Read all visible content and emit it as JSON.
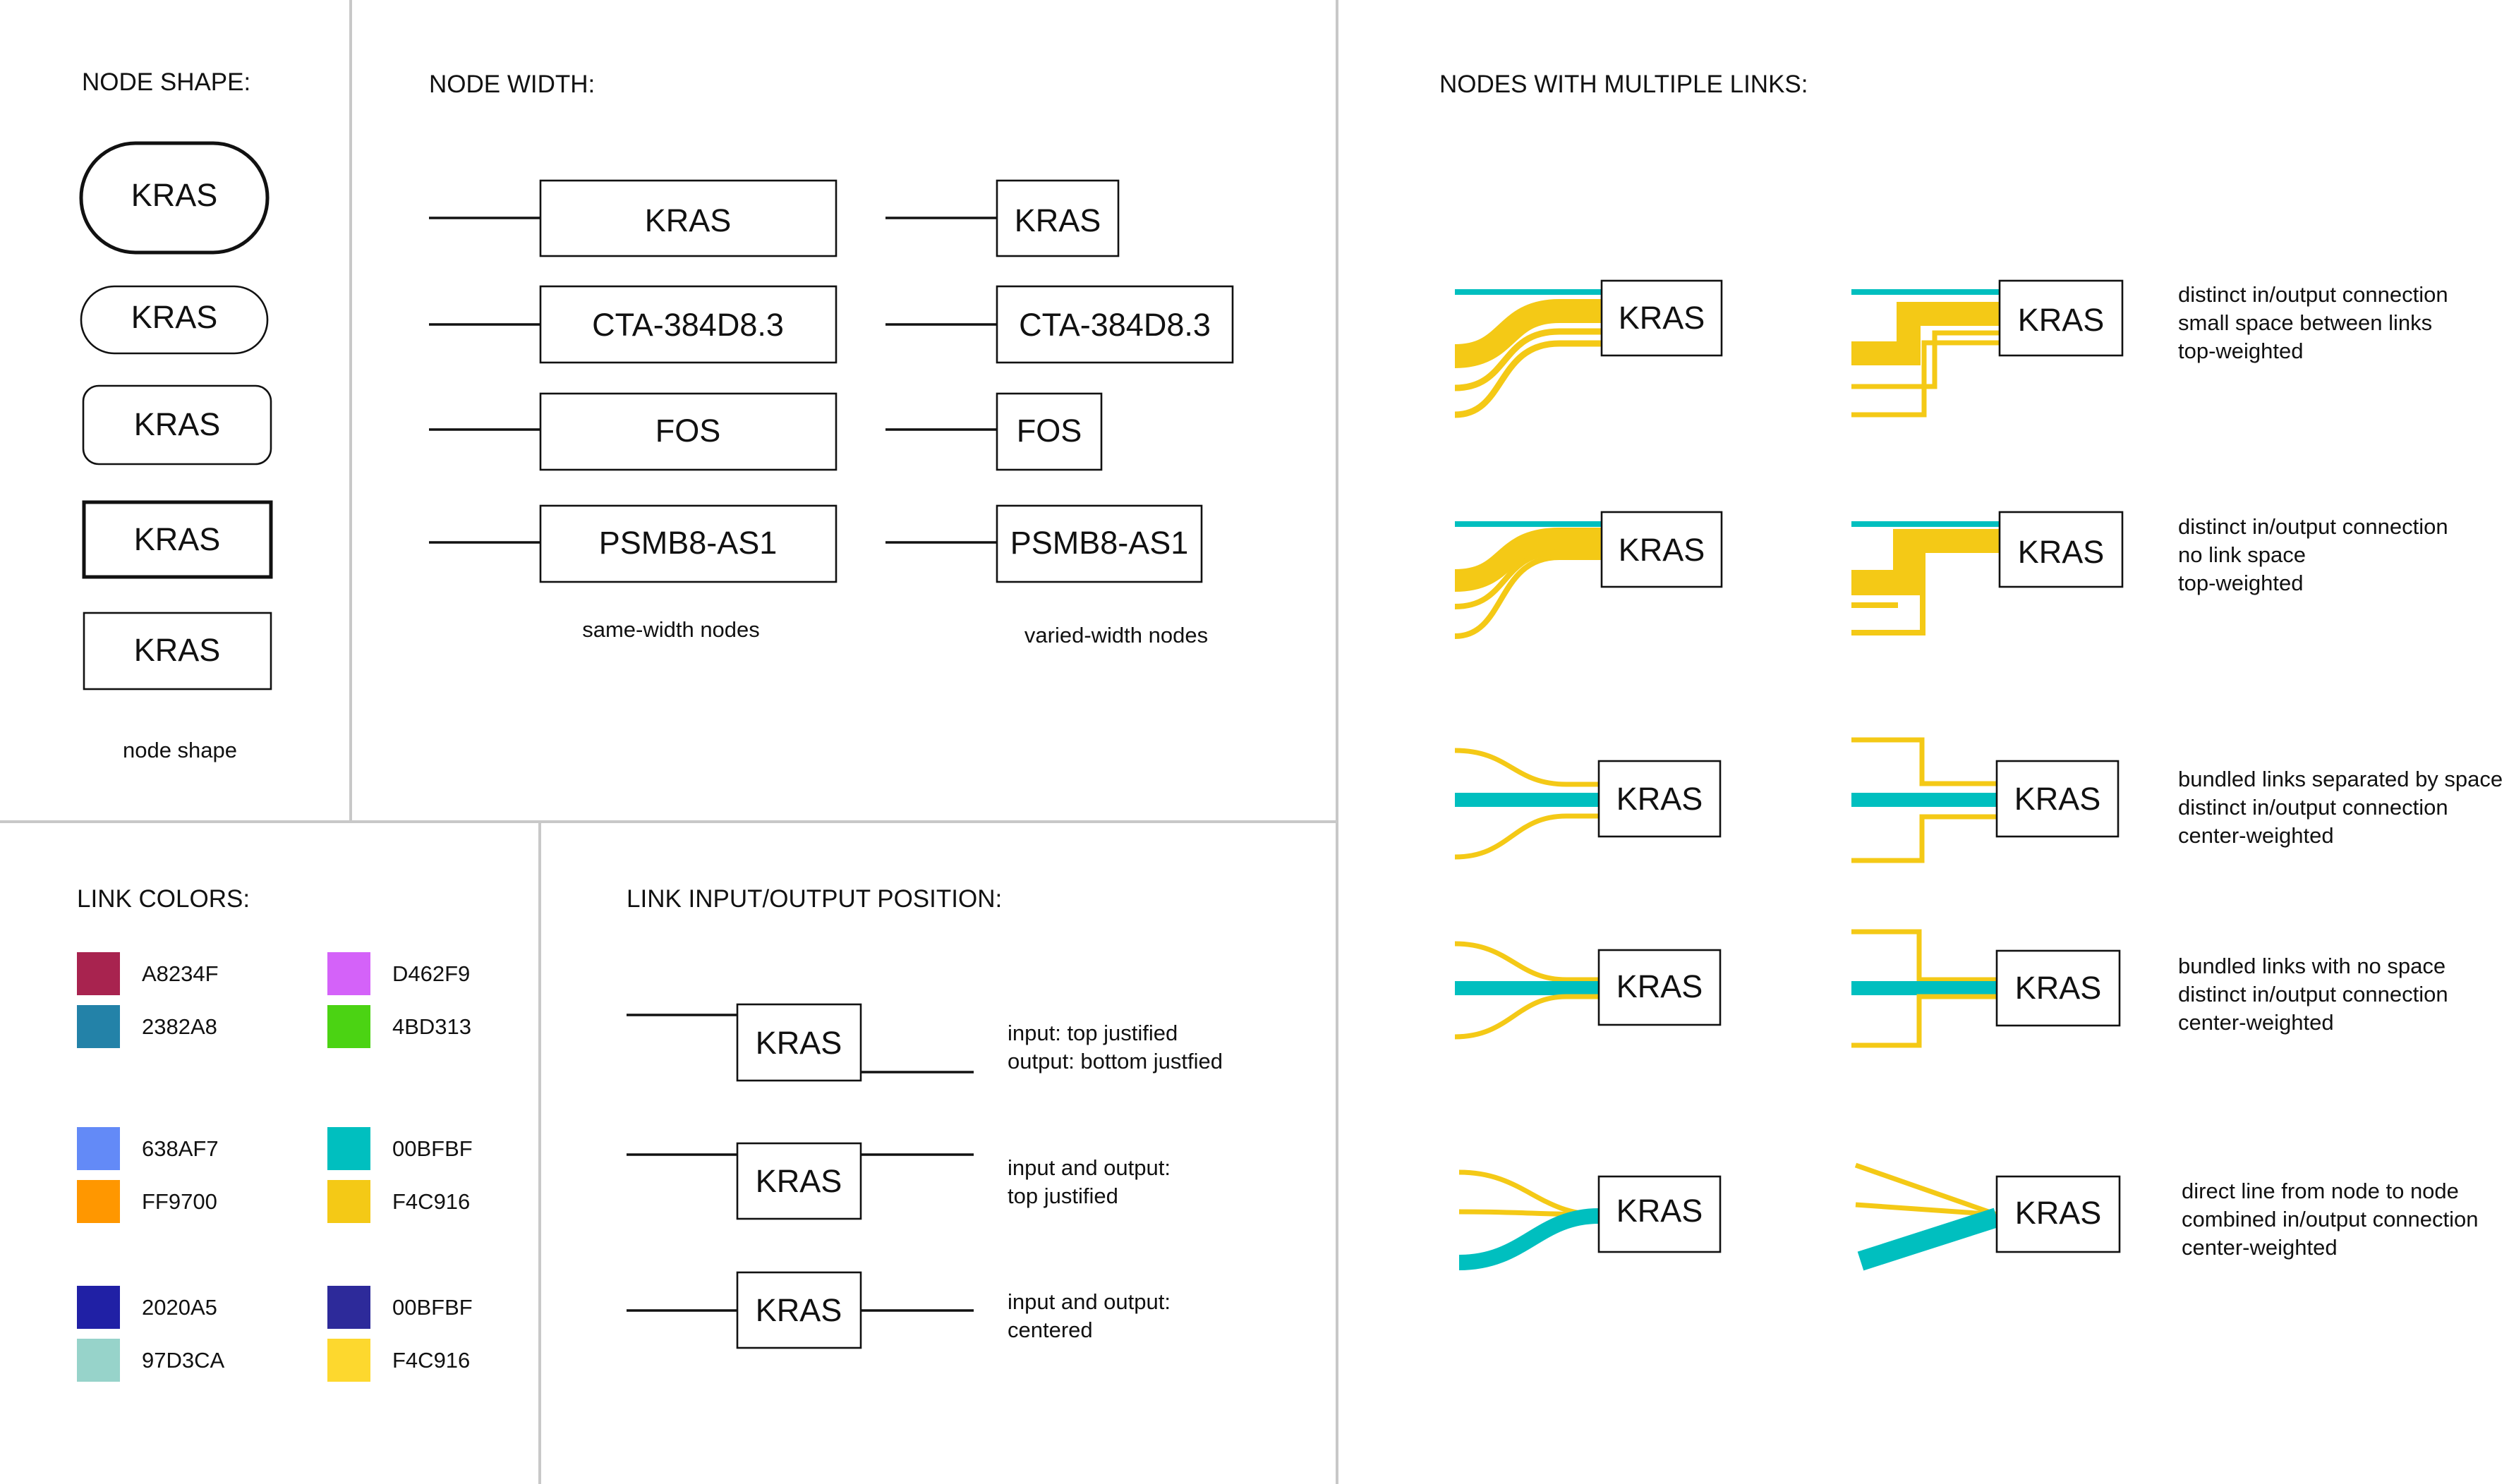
{
  "sections": {
    "node_shape": {
      "heading": "NODE SHAPE:",
      "label": "KRAS",
      "caption": "node shape"
    },
    "node_width": {
      "heading": "NODE WIDTH:",
      "nodes": [
        "KRAS",
        "CTA-384D8.3",
        "FOS",
        "PSMB8-AS1"
      ],
      "caption_same": "same-width nodes",
      "caption_varied": "varied-width nodes"
    },
    "link_colors": {
      "heading": "LINK COLORS:",
      "swatches": [
        {
          "hex": "A8234F",
          "color": "#A8234F"
        },
        {
          "hex": "2382A8",
          "color": "#2382A8"
        },
        {
          "hex": "D462F9",
          "color": "#D462F9"
        },
        {
          "hex": "4BD313",
          "color": "#4BD313"
        },
        {
          "hex": "638AF7",
          "color": "#638AF7"
        },
        {
          "hex": "FF9700",
          "color": "#FF9700"
        },
        {
          "hex": "00BFBF",
          "color": "#00BFBF"
        },
        {
          "hex": "F4C916",
          "color": "#F4C916"
        },
        {
          "hex": "2020A5",
          "color": "#2020A5"
        },
        {
          "hex": "97D3CA",
          "color": "#97D3CA"
        },
        {
          "hex": "00BFBF",
          "color": "#2D2A9A"
        },
        {
          "hex": "F4C916",
          "color": "#FDD82E"
        }
      ]
    },
    "link_position": {
      "heading": "LINK INPUT/OUTPUT POSITION:",
      "label": "KRAS",
      "rows": [
        {
          "line1": "input: top justified",
          "line2": "output: bottom justfied"
        },
        {
          "line1": "input and output:",
          "line2": "top justified"
        },
        {
          "line1": "input and output:",
          "line2": "centered"
        }
      ]
    },
    "multi_links": {
      "heading": "NODES WITH MULTIPLE LINKS:",
      "label": "KRAS",
      "rows": [
        {
          "lines": [
            "distinct in/output connection",
            "small space between links",
            "top-weighted"
          ]
        },
        {
          "lines": [
            "distinct in/output connection",
            "no link space",
            "top-weighted"
          ]
        },
        {
          "lines": [
            "bundled links separated by space",
            "distinct in/output connection",
            "center-weighted"
          ]
        },
        {
          "lines": [
            "bundled links with no space",
            "distinct in/output connection",
            "center-weighted"
          ]
        },
        {
          "lines": [
            "direct line from node to node",
            "combined in/output connection",
            "center-weighted"
          ]
        }
      ]
    }
  },
  "colors": {
    "yellow": "#F4C916",
    "teal": "#00BFBF",
    "divider": "#C8C8C8"
  }
}
